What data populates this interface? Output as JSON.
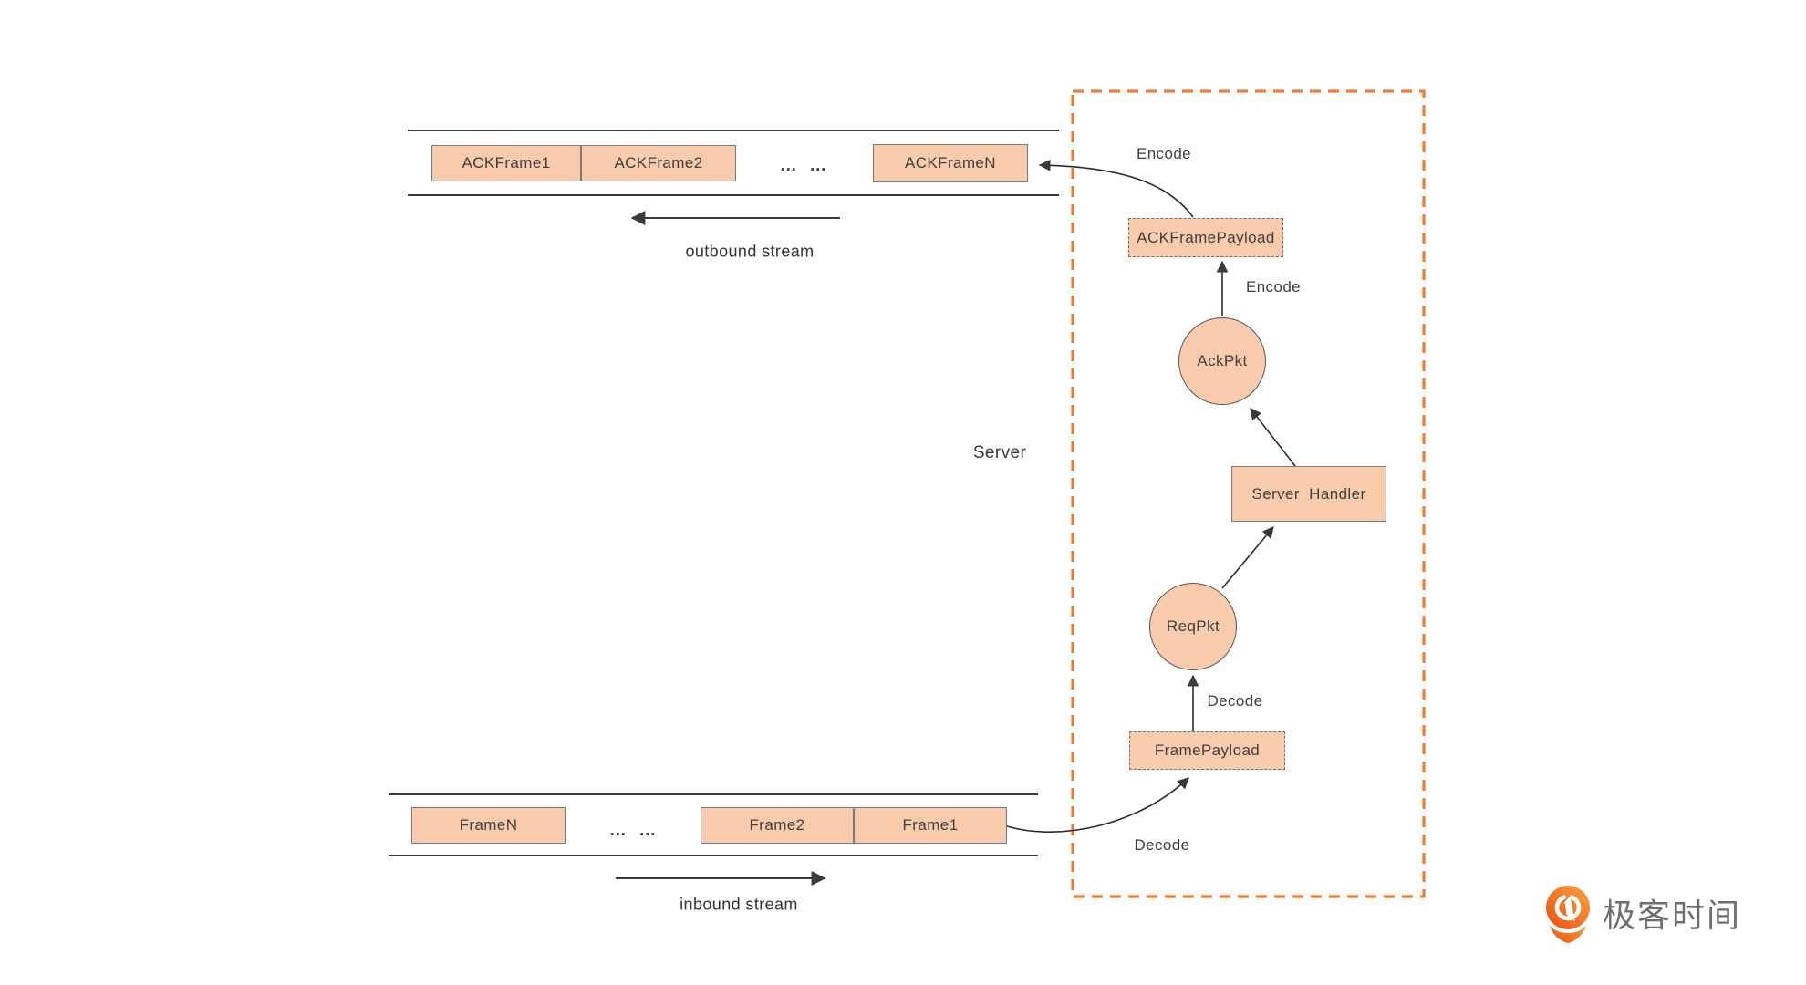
{
  "colors": {
    "box_fill": "#F8CBAD",
    "server_border": "#ED7D31",
    "line": "#3a3a3a",
    "logo_orange_light": "#F9A541",
    "logo_orange_dark": "#E94E12",
    "logo_text_gray": "#6e6e6e"
  },
  "streams": {
    "outbound": {
      "label": "outbound stream",
      "frames": [
        "ACKFrame1",
        "ACKFrame2",
        "ACKFrameN"
      ],
      "dots": "…  …"
    },
    "inbound": {
      "label": "inbound stream",
      "frames": [
        "FrameN",
        "Frame2",
        "Frame1"
      ],
      "dots": "…  …"
    }
  },
  "server": {
    "label": "Server",
    "nodes": {
      "ack_frame_payload": "ACKFramePayload",
      "ack_pkt": "AckPkt",
      "server_handler": "Server  Handler",
      "req_pkt": "ReqPkt",
      "frame_payload": "FramePayload"
    },
    "edge_labels": {
      "encode_top": "Encode",
      "encode_mid": "Encode",
      "decode_mid": "Decode",
      "decode_bottom": "Decode"
    }
  },
  "logo": {
    "text": "极客时间"
  }
}
